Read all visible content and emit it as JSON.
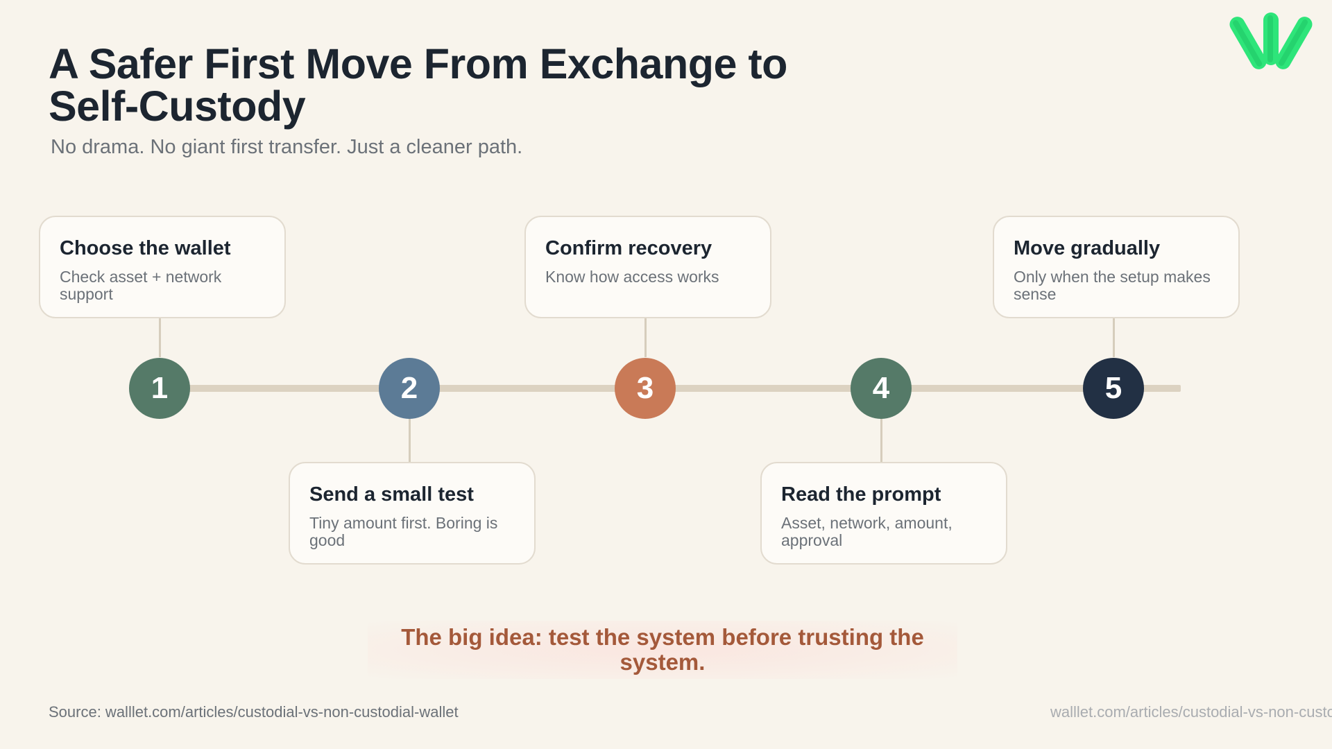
{
  "header": {
    "title": "A Safer First Move From Exchange to Self-Custody",
    "subtitle": "No drama. No giant first transfer. Just a cleaner path."
  },
  "steps": [
    {
      "number": "1",
      "title": "Choose the wallet",
      "description": "Check asset + network support",
      "color": "#557a68"
    },
    {
      "number": "2",
      "title": "Send a small test",
      "description": "Tiny amount first. Boring is good",
      "color": "#5c7b96"
    },
    {
      "number": "3",
      "title": "Confirm recovery",
      "description": "Know how access works",
      "color": "#c97a57"
    },
    {
      "number": "4",
      "title": "Read the prompt",
      "description": "Asset, network, amount, approval",
      "color": "#557a68"
    },
    {
      "number": "5",
      "title": "Move gradually",
      "description": "Only when the setup makes sense",
      "color": "#223044"
    }
  ],
  "big_idea": "The big idea: test the system before trusting the system.",
  "footer": {
    "source": "Source: walllet.com/articles/custodial-vs-non-custodial-wallet",
    "url": "walllet.com/articles/custodial-vs-non-custodial-wallet"
  },
  "colors": {
    "background": "#f8f4ec",
    "accent_green": "#2ee57a",
    "big_idea_text": "#a4593a"
  },
  "logo": {
    "icon": "leaf-stripes-logo-icon"
  }
}
